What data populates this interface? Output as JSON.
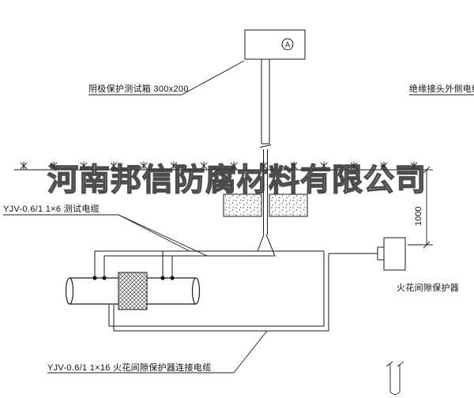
{
  "watermark": "河南邦信防腐材料有限公司",
  "labels": {
    "test_box": "阴极保护测试箱 300x200",
    "insulated_cable": "绝缘接头外侧电缆",
    "test_cable": "YJV-0.6/1 1×6 测试电缆",
    "spark_gap_protector": "火花间隙保护器",
    "protector_cable": "YJV-0.6/1 1×16 火花间隙保护器连接电缆",
    "ammeter": "A",
    "dimension_height": "1000"
  },
  "colors": {
    "line": "#1a1a1a",
    "background": "#ffffff",
    "watermark": "#4a4a4a"
  }
}
